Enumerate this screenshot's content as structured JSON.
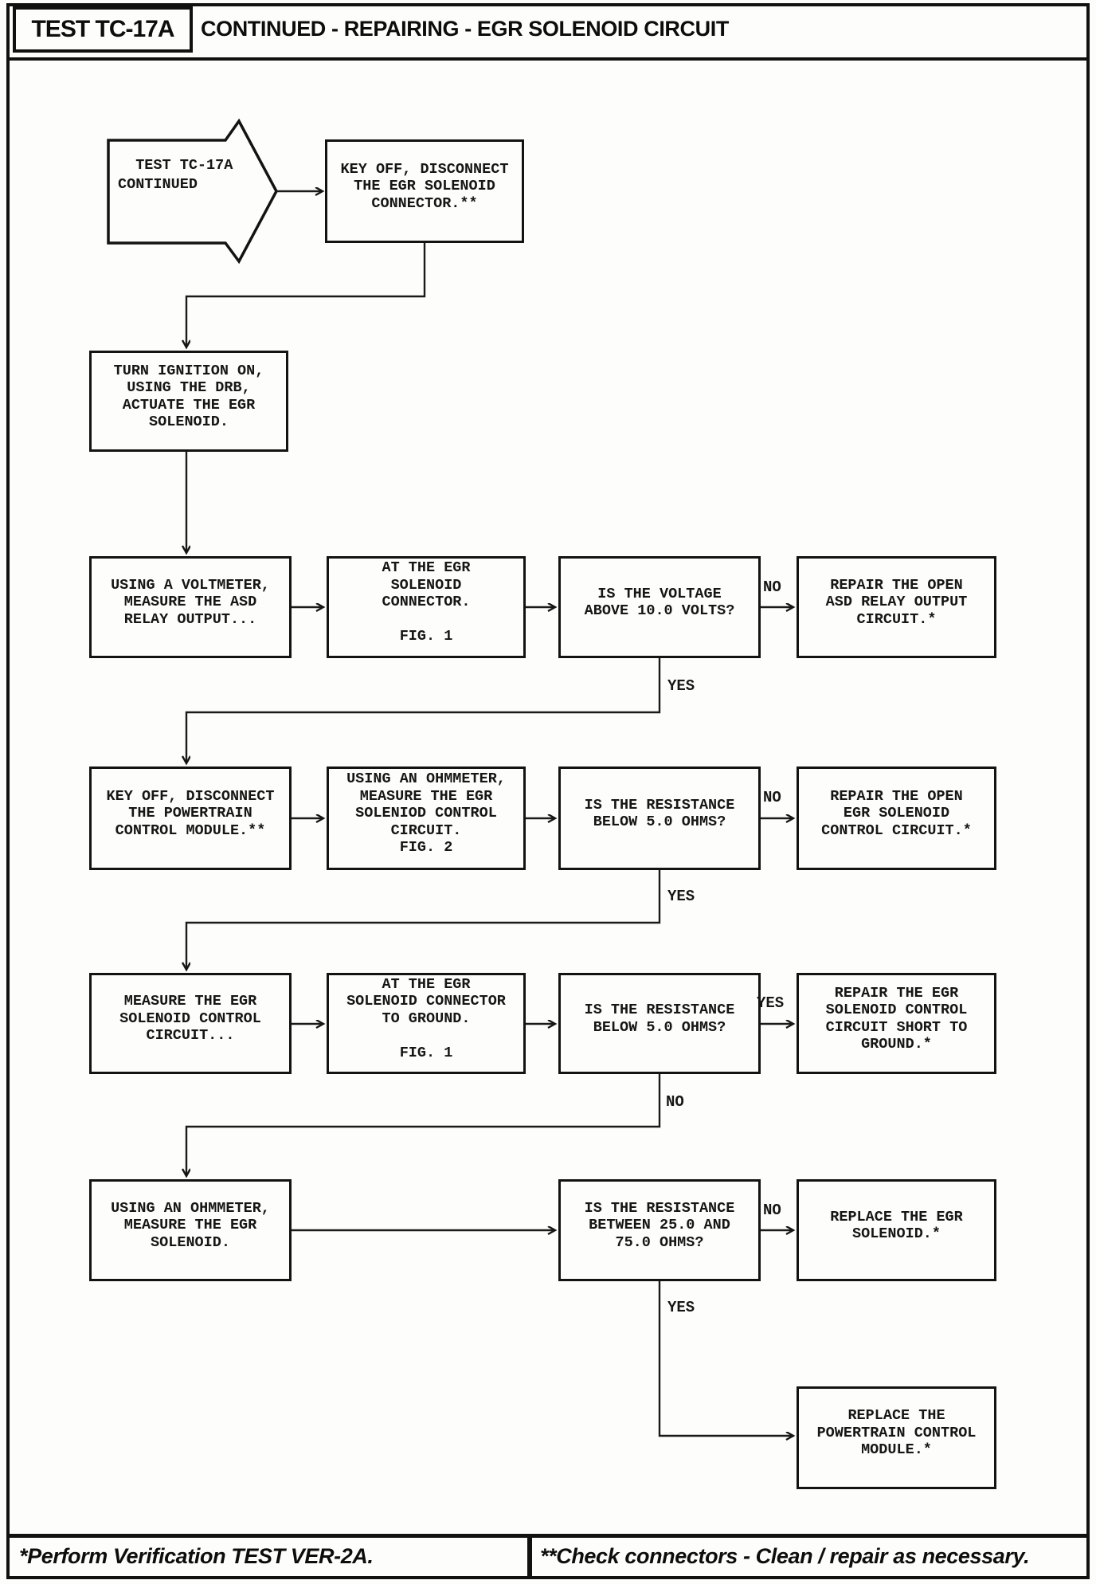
{
  "header": {
    "test_id": "TEST TC-17A",
    "title": "CONTINUED - REPAIRING - EGR SOLENOID CIRCUIT"
  },
  "flowchart": {
    "start": "  TEST TC-17A\nCONTINUED",
    "nodes": {
      "key_off_egr": "KEY OFF, DISCONNECT\nTHE EGR SOLENOID\nCONNECTOR.**",
      "turn_ignition": "TURN IGNITION ON,\nUSING THE DRB,\nACTUATE THE EGR\nSOLENOID.",
      "measure_asd": "USING A VOLTMETER,\nMEASURE THE ASD\nRELAY OUTPUT...",
      "fig1_egr_connector": "AT THE EGR\nSOLENOID\nCONNECTOR.\n\nFIG. 1",
      "voltage_q": "IS THE VOLTAGE\nABOVE 10.0 VOLTS?",
      "repair_asd": "REPAIR THE OPEN\nASD RELAY OUTPUT\nCIRCUIT.*",
      "key_off_pcm": "KEY OFF, DISCONNECT\nTHE POWERTRAIN\nCONTROL MODULE.**",
      "measure_egr_ctrl_fig2": "USING AN OHMMETER,\nMEASURE THE EGR\nSOLENIOD CONTROL\nCIRCUIT.\nFIG. 2",
      "resistance_q1": "IS THE RESISTANCE\nBELOW 5.0 OHMS?",
      "repair_open_egr": "REPAIR THE OPEN\nEGR SOLENOID\nCONTROL CIRCUIT.*",
      "measure_egr_ctrl": "MEASURE THE EGR\nSOLENOID CONTROL\nCIRCUIT...",
      "fig1_to_ground": "AT THE EGR\nSOLENOID CONNECTOR\nTO GROUND.\n\nFIG. 1",
      "resistance_q2": "IS THE RESISTANCE\nBELOW 5.0 OHMS?",
      "repair_short": "REPAIR THE EGR\nSOLENOID CONTROL\nCIRCUIT SHORT TO\nGROUND.*",
      "measure_solenoid": "USING AN OHMMETER,\nMEASURE THE EGR\nSOLENOID.",
      "resistance_q3": "IS THE RESISTANCE\nBETWEEN 25.0 AND\n75.0 OHMS?",
      "replace_solenoid": "REPLACE THE EGR\nSOLENOID.*",
      "replace_pcm": "REPLACE THE\nPOWERTRAIN CONTROL\nMODULE.*"
    },
    "edge_labels": {
      "voltage_no": "NO",
      "voltage_yes": "YES",
      "res1_no": "NO",
      "res1_yes": "YES",
      "res2_yes": "YES",
      "res2_no": "NO",
      "res3_no": "NO",
      "res3_yes": "YES"
    }
  },
  "footer": {
    "note_single": "*Perform Verification TEST VER-2A.",
    "note_double": "**Check connectors - Clean / repair as necessary."
  }
}
